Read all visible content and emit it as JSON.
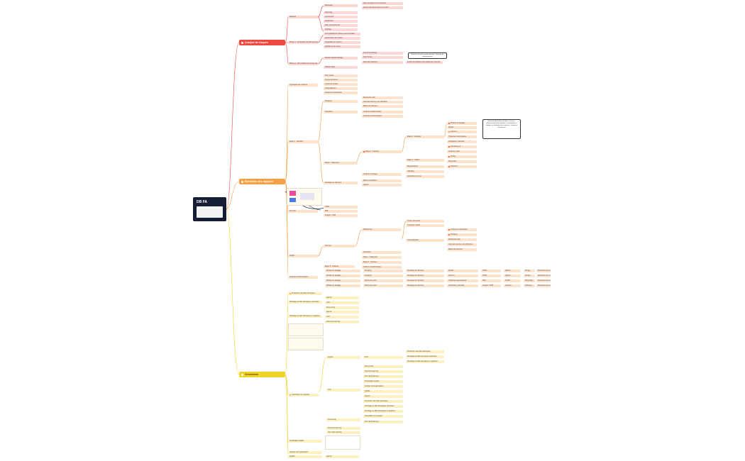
{
  "root": {
    "title": "DB FA"
  },
  "branches": {
    "analysis": {
      "label": "Analyse de risques",
      "color": "#ef4a42"
    },
    "extraction": {
      "label": "Extraction des rapports publiques",
      "color": "#f6a046"
    },
    "generation": {
      "label": "Génération",
      "color": "#f1d22a"
    }
  },
  "nodes": {
    "a1": "attaques",
    "a2": "Marquage",
    "a3": "Ajout de tags sur les contenus",
    "a4": "Ajouter des labels dans les textes",
    "a5": "poisoning",
    "a6": "synonymes",
    "a7": "Duplication",
    "a8": "Mots non-pertinents",
    "a9": "Suffrage",
    "a10": "Phase 1 : Génération de faits atomiques",
    "a11": "Compatibilité du contenu avec la réalité",
    "a12": "Authenticité du contenu",
    "a13": "Traçabilité du contenu",
    "a14": "Fiabilité de la source",
    "a15": "Phase 2 : Alimentation de la base de faits",
    "a16": "Modèle d'apprentissage",
    "a17": "Few-shot learning",
    "a18": "Fine Tuning",
    "a19": "Zero-shot learning",
    "a20": "Limiter la confiance du modèle aux 'sources'",
    "a21": "Fiabilité Data",
    "e1": "Typologies de contenus",
    "e2": "Pure textes",
    "e3": "Textes structurés",
    "e4": "Contenus visuels",
    "e5": "Listes/tableaux",
    "e6": "Contenus multimédias",
    "e7": "Étape 1 : Identifier",
    "e8": "Scraping",
    "e9": "Recherche web",
    "e10": "Liste des sources non-officielles",
    "e11": "Bases de données",
    "e12": "Scheduler",
    "e13": "Filtres : Traitement",
    "e14": "Etape 2 : Nettoyer",
    "e15": "Étape 3 : Analyser",
    "e16": "Outils de transformation",
    "e17": "Extraction d'informations",
    "e18": "Modèle de langage",
    "e19": "Mistral",
    "e20": "Llama 3",
    "e21": "Traitement automatique",
    "e22": "Vérification manuelle",
    "e23": "Etape 4 : Valider",
    "e24": "Formats",
    "e25": "HTML",
    "e26": "PDF",
    "e27": "Images / OCR",
    "e28": "Outils de stockage",
    "e29": "Stockage de données",
    "e30": "Bases vectorielles",
    "e31": "Qdrant",
    "e32": "FAISS",
    "e33": "Chroma",
    "e34": "Plateformes",
    "e35": "Transformers",
    "e36": "Outils de crawl",
    "e37": "Scrapy",
    "e38": "Playwright",
    "e39": "Selenium",
    "e40": "BeautifulSoup",
    "e41": "Labelling",
    "e42": "Extraction de texte",
    "g1": "Production des faits atomiques",
    "g2": "Stockage de faits atomiques vectorisés",
    "g3": "Stockage de faits atomiques en graphes",
    "g4": "Génération de requêtes",
    "g5": "Agents",
    "g6": "LLM",
    "g7": "Fine-tuning",
    "g8": "Few-shot learning",
    "g9": "Zero-shot learning",
    "g10": "Knowledge Graphs",
    "g11": "Analyse de la génération",
    "g12": "Qualité"
  },
  "callouts": {
    "c1": "Base de Données professionnelle / Sources de connaissances",
    "c2": "Extraction de la Base de faits / sources / référencement des données / reformulation / analyse et évaluation des sources / scoring et classement"
  }
}
